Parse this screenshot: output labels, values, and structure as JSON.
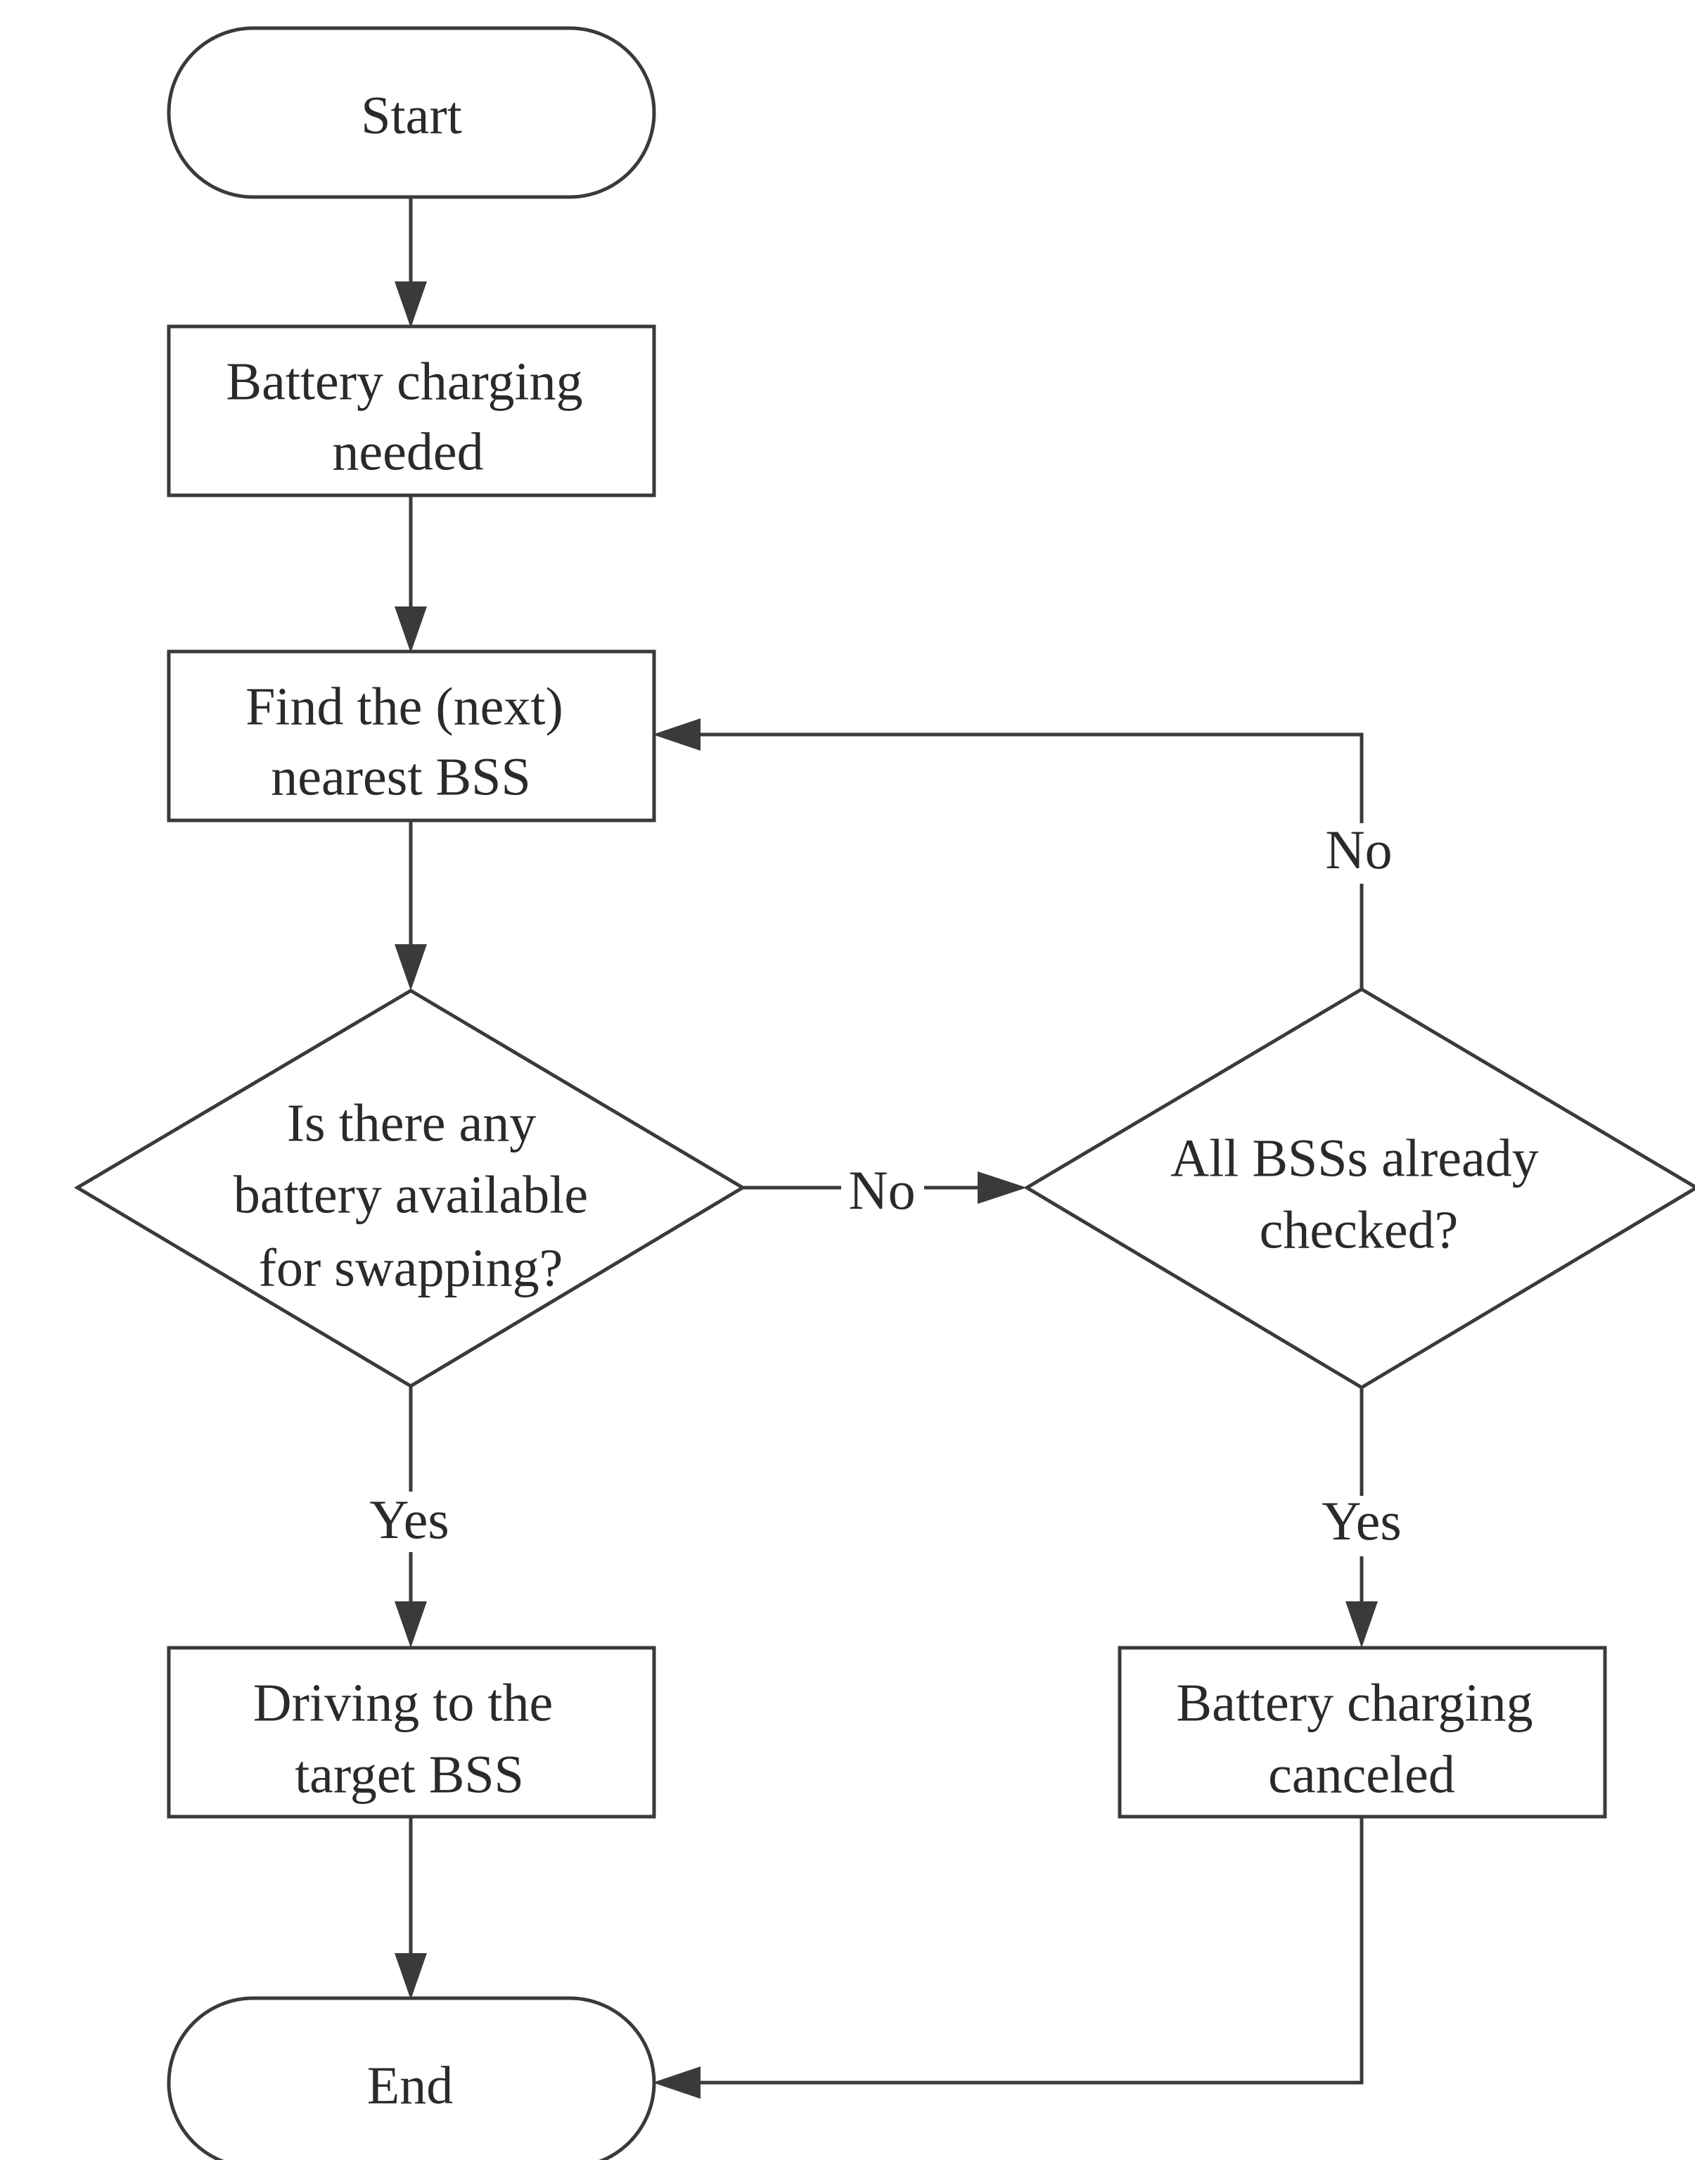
{
  "diagram": {
    "nodes": {
      "start": {
        "lines": [
          "Start"
        ]
      },
      "charging_needed": {
        "lines": [
          "Battery charging",
          "needed"
        ]
      },
      "find_bss": {
        "lines": [
          "Find the (next)",
          "nearest BSS"
        ]
      },
      "battery_available": {
        "lines": [
          "Is there any",
          "battery available",
          "for swapping?"
        ]
      },
      "all_checked": {
        "lines": [
          "All BSSs already",
          "checked?"
        ]
      },
      "driving": {
        "lines": [
          "Driving to the",
          "target BSS"
        ]
      },
      "canceled": {
        "lines": [
          "Battery charging",
          "canceled"
        ]
      },
      "end": {
        "lines": [
          "End"
        ]
      }
    },
    "edges": {
      "available_no": "No",
      "available_yes": "Yes",
      "checked_no": "No",
      "checked_yes": "Yes"
    }
  }
}
